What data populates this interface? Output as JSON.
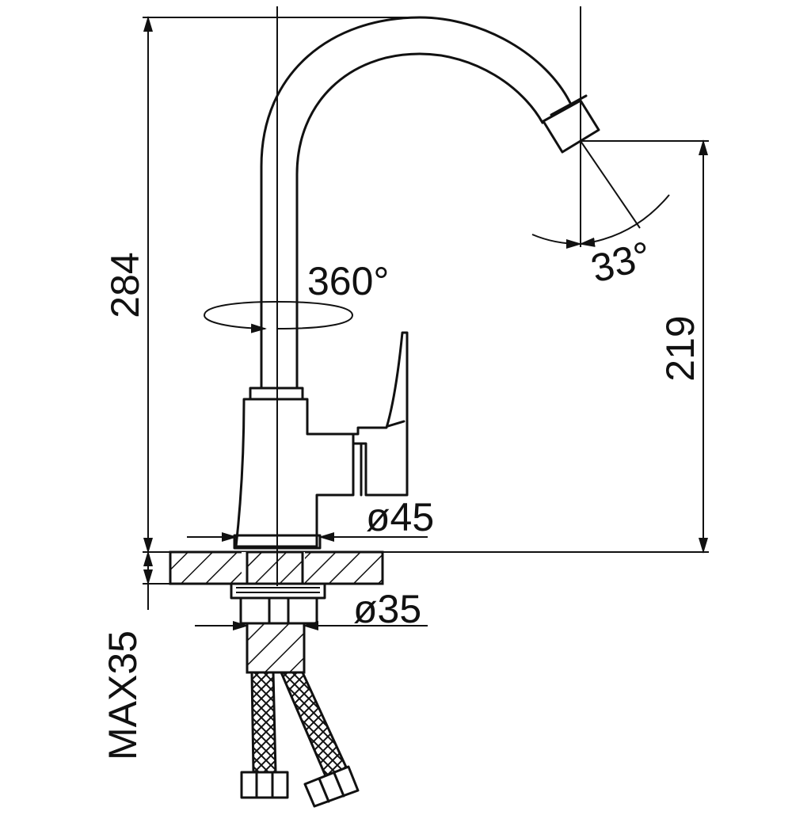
{
  "diagram": {
    "dimensions": {
      "total_height": "284",
      "spout_height": "219",
      "rotation": "360°",
      "spout_angle": "33°",
      "base_diameter": "ø45",
      "mount_diameter": "ø35",
      "max_counter_thickness": "MAX35"
    }
  }
}
